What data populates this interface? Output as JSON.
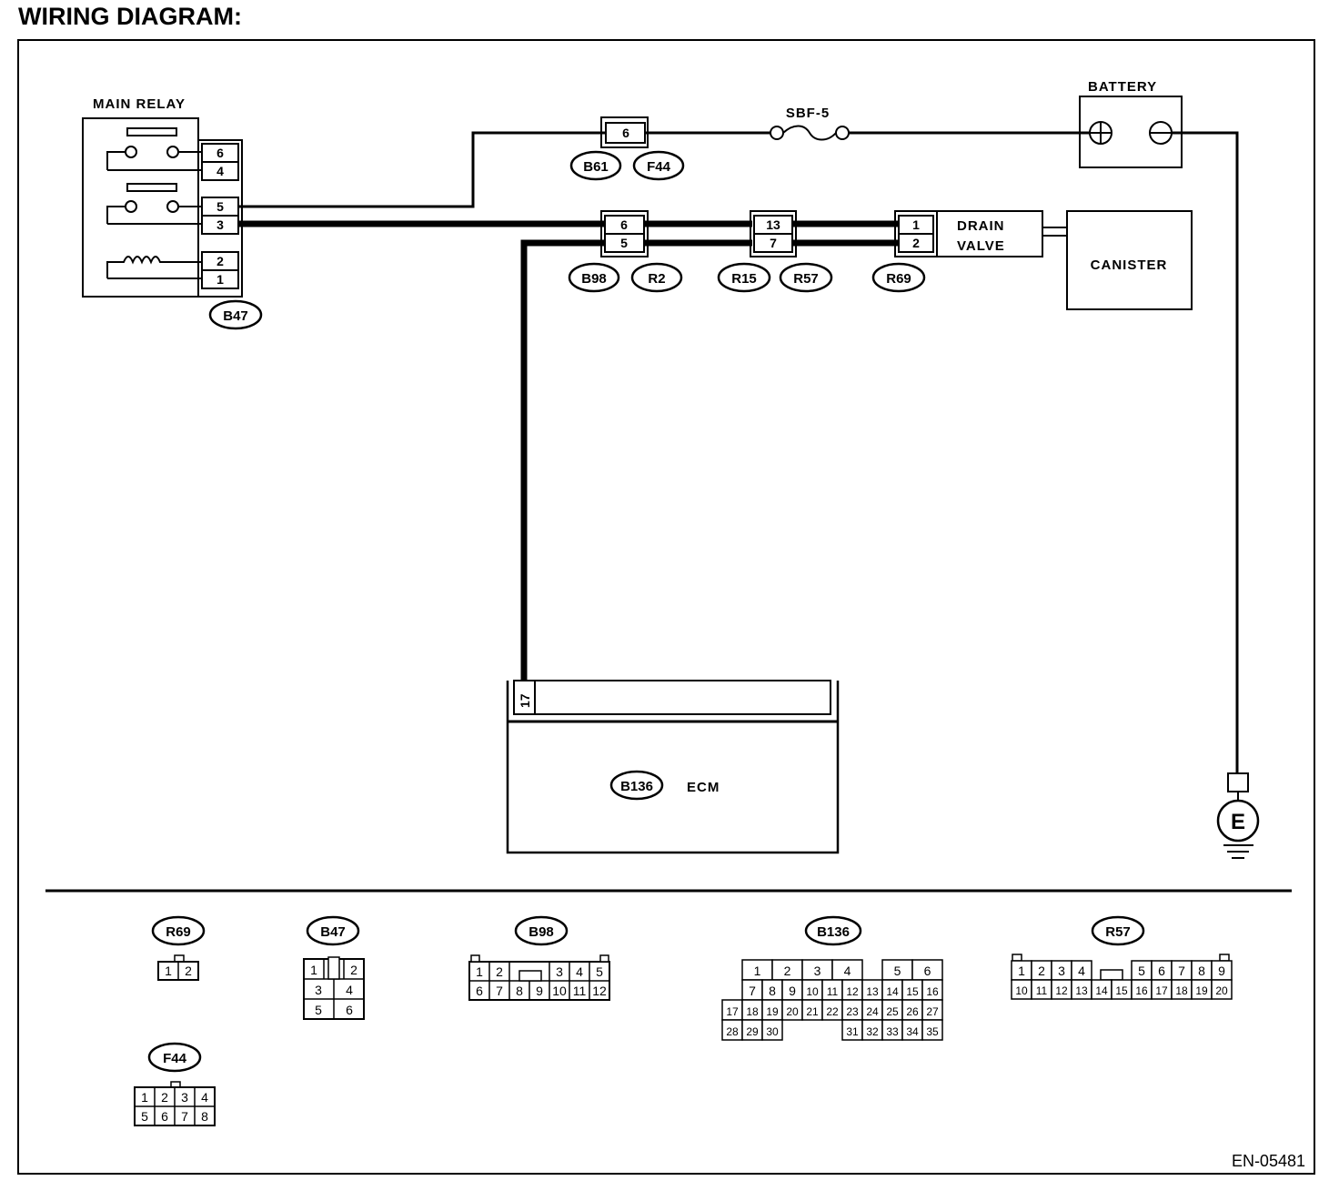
{
  "title": "WIRING DIAGRAM:",
  "figure_id": "EN-05481",
  "components": {
    "main_relay": "MAIN RELAY",
    "battery": "BATTERY",
    "fuse": "SBF-5",
    "drain_valve_line1": "DRAIN",
    "drain_valve_line2": "VALVE",
    "canister": "CANISTER",
    "ecm": "ECM",
    "ground": "E"
  },
  "relay_pins": [
    "6",
    "4",
    "5",
    "3",
    "2",
    "1"
  ],
  "pins": {
    "b61_f44": "6",
    "b98_r2_top": "6",
    "b98_r2_bottom": "5",
    "r15_r57_top": "13",
    "r15_r57_bottom": "7",
    "r69_top": "1",
    "r69_bottom": "2",
    "ecm": "17"
  },
  "connector_labels": {
    "b47": "B47",
    "b61": "B61",
    "f44": "F44",
    "b98": "B98",
    "r2": "R2",
    "r15": "R15",
    "r57": "R57",
    "r69": "R69",
    "b136": "B136"
  },
  "legend": {
    "r69": {
      "label": "R69",
      "rows": [
        [
          "1",
          "2"
        ]
      ]
    },
    "b47": {
      "label": "B47",
      "rows": [
        [
          "1",
          "2"
        ],
        [
          "3",
          "4"
        ],
        [
          "5",
          "6"
        ]
      ]
    },
    "b98": {
      "label": "B98",
      "rows": [
        [
          "1",
          "2",
          "3",
          "4",
          "5"
        ],
        [
          "6",
          "7",
          "8",
          "9",
          "10",
          "11",
          "12"
        ]
      ]
    },
    "b136": {
      "label": "B136",
      "rows": [
        [
          "1",
          "2",
          "3",
          "4",
          "5",
          "6"
        ],
        [
          "7",
          "8",
          "9",
          "10",
          "11",
          "12",
          "13",
          "14",
          "15",
          "16"
        ],
        [
          "17",
          "18",
          "19",
          "20",
          "21",
          "22",
          "23",
          "24",
          "25",
          "26",
          "27"
        ],
        [
          "28",
          "29",
          "30",
          "31",
          "32",
          "33",
          "34",
          "35"
        ]
      ]
    },
    "r57": {
      "label": "R57",
      "rows": [
        [
          "1",
          "2",
          "3",
          "4",
          "5",
          "6",
          "7",
          "8",
          "9"
        ],
        [
          "10",
          "11",
          "12",
          "13",
          "14",
          "15",
          "16",
          "17",
          "18",
          "19",
          "20"
        ]
      ]
    },
    "f44": {
      "label": "F44",
      "rows": [
        [
          "1",
          "2",
          "3",
          "4"
        ],
        [
          "5",
          "6",
          "7",
          "8"
        ]
      ]
    }
  }
}
